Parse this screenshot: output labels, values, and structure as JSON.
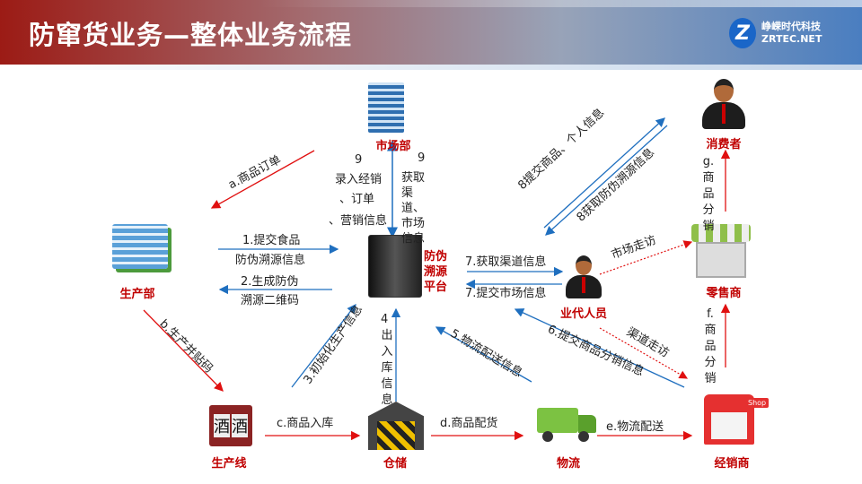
{
  "header": {
    "title": "防窜货业务—整体业务流程",
    "logo_name": "峥嵘时代科技",
    "logo_domain": "ZRTEC.NET",
    "logo_letter": "Z"
  },
  "nodes": {
    "market": "市场部",
    "consumer": "消费者",
    "production": "生产部",
    "platform": "防伪溯源平台",
    "agent": "业代人员",
    "retailer": "零售商",
    "line": "生产线",
    "warehouse": "仓储",
    "logistics": "物流",
    "distributor": "经销商"
  },
  "icons": {
    "wine_label": "酒",
    "shop_sign": "Shop"
  },
  "flows": {
    "a": "a.商品订单",
    "b": "b.生产并贴码",
    "c": "c.商品入库",
    "d": "d.商品配货",
    "e": "e.物流配送",
    "f": "f.商品分销",
    "g": "g.商品分销",
    "s1_line1": "1.提交食品",
    "s1_line2": "防伪溯源信息",
    "s2_line1": "2.生成防伪",
    "s2_line2": "溯源二维码",
    "s3": "3.初始化生产信息",
    "s4_num": "4",
    "s4": "出入库信息",
    "s5": "5.物流配送信息",
    "s6": "6.提交商品分销信息",
    "s7a": "7.获取渠道信息",
    "s7b": "7.提交市场信息",
    "s8a": "8提交商品、个人信息",
    "s8b": "8获取防伪溯源信息",
    "s9a_num": "9",
    "s9a_l1": "录入经销",
    "s9a_l2": "、订单",
    "s9a_l3": "、营销信息",
    "s9b_num": "9",
    "s9b": "获取渠道、市场信息",
    "visit_market": "市场走访",
    "visit_channel": "渠道走访"
  },
  "colors": {
    "red": "#e01010",
    "blue": "#1f6fbf",
    "label_red": "#c00000"
  }
}
